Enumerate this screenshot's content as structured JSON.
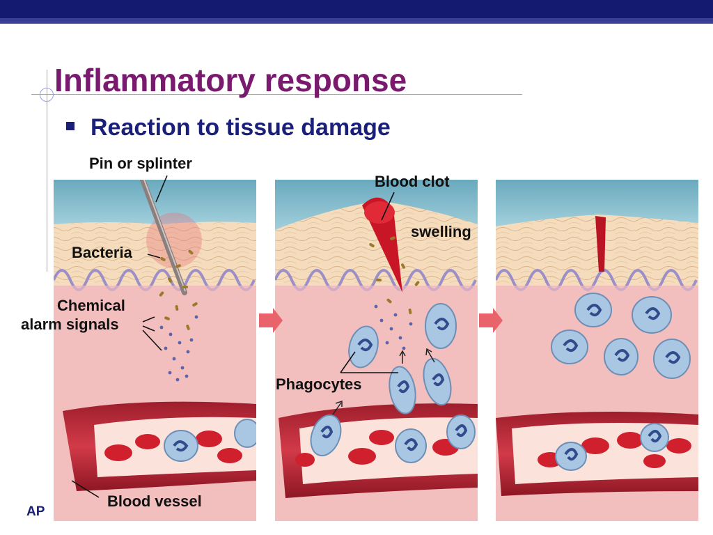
{
  "slide": {
    "title": "Inflammatory response",
    "subtitle": "Reaction to tissue damage",
    "footer_logo": "AP"
  },
  "labels": {
    "pin": "Pin or splinter",
    "bacteria": "Bacteria",
    "chemical_line1": "Chemical",
    "chemical_line2": "alarm signals",
    "blood_vessel": "Blood vessel",
    "blood_clot": "Blood clot",
    "swelling": "swelling",
    "phagocytes": "Phagocytes"
  },
  "colors": {
    "header_bar": "#141a70",
    "title": "#7a1a6e",
    "subtitle": "#1a1f7a",
    "sky": "#7cb6c8",
    "skin": "#f3d8b8",
    "tissue": "#f2b4b6",
    "vessel": "#c8303e",
    "phagocyte": "#a9c6e2",
    "arrow": "#e8646a"
  }
}
